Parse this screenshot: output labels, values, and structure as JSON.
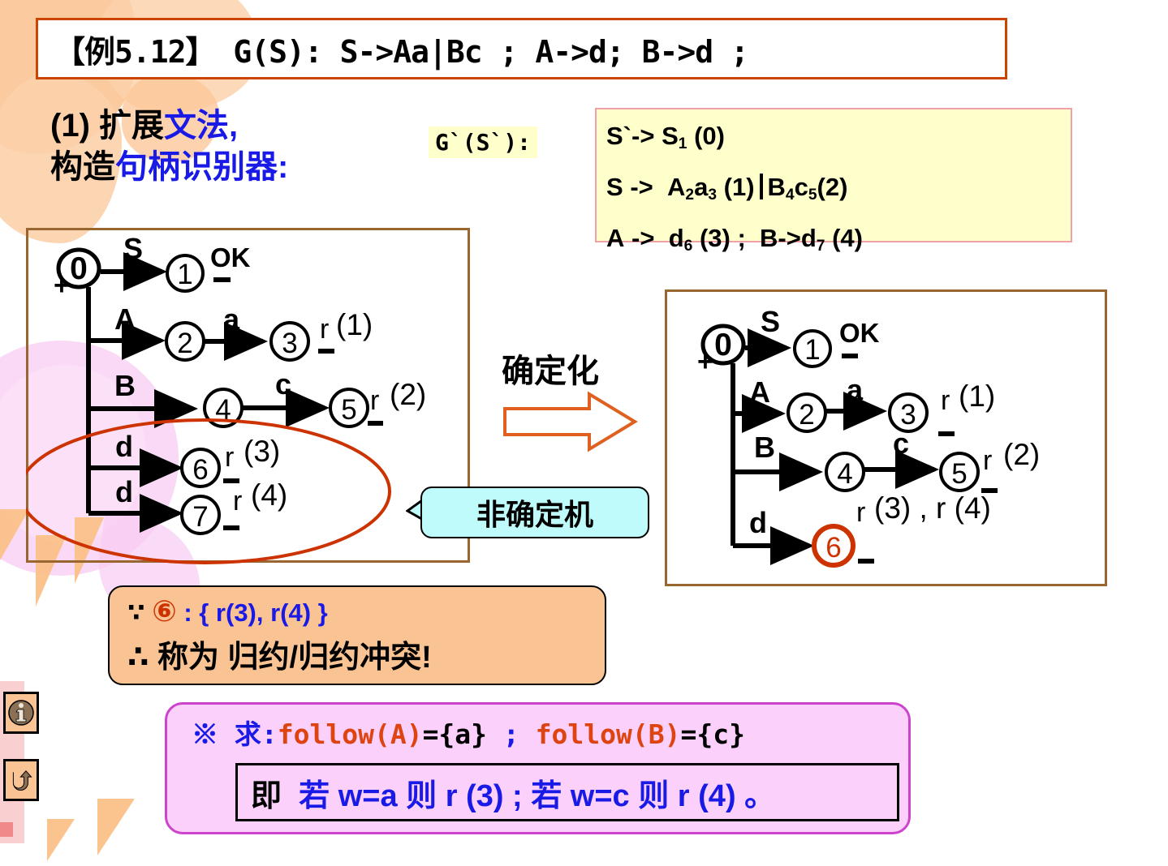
{
  "slide": {
    "title": "【例5.12】 G(S): S->Aa|Bc ; A->d; B->d ;",
    "headline_line1_black": "(1) 扩展",
    "headline_line1_blue": "文法,",
    "headline_line2_black": "构造",
    "headline_line2_blue": "句柄识别器:"
  },
  "grammar": {
    "label": "G`(S`):",
    "rules": [
      {
        "lhs": "S`",
        "arrow": "->",
        "rhs": "S",
        "rhs_sub": "1",
        "index": "(0)"
      },
      {
        "lhs": "S",
        "arrow": "->",
        "sym1": "A",
        "sub1": "2",
        "sym2": "a",
        "sub2": "3",
        "index1": "(1)",
        "alt_sym1": "B",
        "alt_sub1": "4",
        "alt_sym2": "c",
        "alt_sub2": "5",
        "index2": "(2)"
      },
      {
        "lhs": "A",
        "arrow": "->",
        "sym": "d",
        "sub": "6",
        "index": "(3)",
        "sep": ";",
        "lhs2": "B->",
        "sym2": "d",
        "sub2": "7",
        "index2": "(4)"
      }
    ]
  },
  "nfa": {
    "caption": "非确定机",
    "start_marker": "+",
    "states": [
      "0",
      "1",
      "2",
      "3",
      "4",
      "5",
      "6",
      "7"
    ],
    "transitions": [
      {
        "from": "0",
        "label": "S",
        "to": "1"
      },
      {
        "from": "0",
        "label": "A",
        "to": "2"
      },
      {
        "from": "2",
        "label": "a",
        "to": "3"
      },
      {
        "from": "0",
        "label": "B",
        "to": "4"
      },
      {
        "from": "4",
        "label": "c",
        "to": "5"
      },
      {
        "from": "0",
        "label": "d",
        "to": "6"
      },
      {
        "from": "0",
        "label": "d",
        "to": "7"
      }
    ],
    "actions": [
      {
        "state": "1",
        "text": "OK"
      },
      {
        "state": "3",
        "text": "r (1)"
      },
      {
        "state": "5",
        "text": "r (2)"
      },
      {
        "state": "6",
        "text": "r (3)"
      },
      {
        "state": "7",
        "text": "r (4)"
      }
    ]
  },
  "transform": {
    "label": "确定化"
  },
  "dfa": {
    "start_marker": "+",
    "states": [
      "0",
      "1",
      "2",
      "3",
      "4",
      "5",
      "6"
    ],
    "transitions": [
      {
        "from": "0",
        "label": "S",
        "to": "1"
      },
      {
        "from": "0",
        "label": "A",
        "to": "2"
      },
      {
        "from": "2",
        "label": "a",
        "to": "3"
      },
      {
        "from": "0",
        "label": "B",
        "to": "4"
      },
      {
        "from": "4",
        "label": "c",
        "to": "5"
      },
      {
        "from": "0",
        "label": "d",
        "to": "6"
      }
    ],
    "actions": [
      {
        "state": "1",
        "text": "OK"
      },
      {
        "state": "3",
        "text": "r (1)"
      },
      {
        "state": "5",
        "text": "r (2)"
      },
      {
        "state": "6",
        "text": "r (3) , r (4)"
      }
    ],
    "conflict_state": "6",
    "conflict_color": "#cc3300"
  },
  "conflict": {
    "because_symbol": "∵",
    "state": "⑥",
    "set_text": ": {  r(3), r(4)  }",
    "therefore_line": "∴ 称为 归约/归约冲突!"
  },
  "follow": {
    "marker": "※",
    "prefix": "求:",
    "follow_a": "follow(A)",
    "follow_a_value": "={a}",
    "separator": ";",
    "follow_b": "follow(B)",
    "follow_b_value": "={c}",
    "conclusion_prefix": "即",
    "conclusion": "若 w=a 则 r (3) ; 若 w=c 则 r (4) 。"
  },
  "sidebar": {
    "info_icon": "info-icon",
    "return_icon": "u-turn-icon"
  },
  "colors": {
    "title_border": "#cc4400",
    "accent_blue": "#1a1ae6",
    "accent_orange_red": "#cc3300",
    "yellow_panel": "#ffffcc",
    "orange_box": "#f9c393",
    "pink_box": "#fbd0fb",
    "cyan_callout": "#bffbfb",
    "box_border": "#9a6630"
  }
}
